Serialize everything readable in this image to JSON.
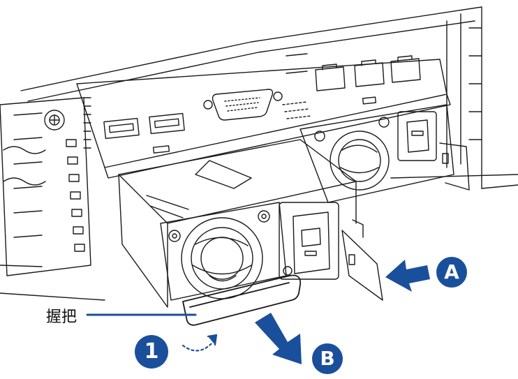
{
  "callouts": {
    "handle_label": "握把",
    "step_one": "1",
    "direction_a": "A",
    "direction_b": "B"
  },
  "colors": {
    "line": "#1a1a1a",
    "accent": "#1a4f9c"
  }
}
